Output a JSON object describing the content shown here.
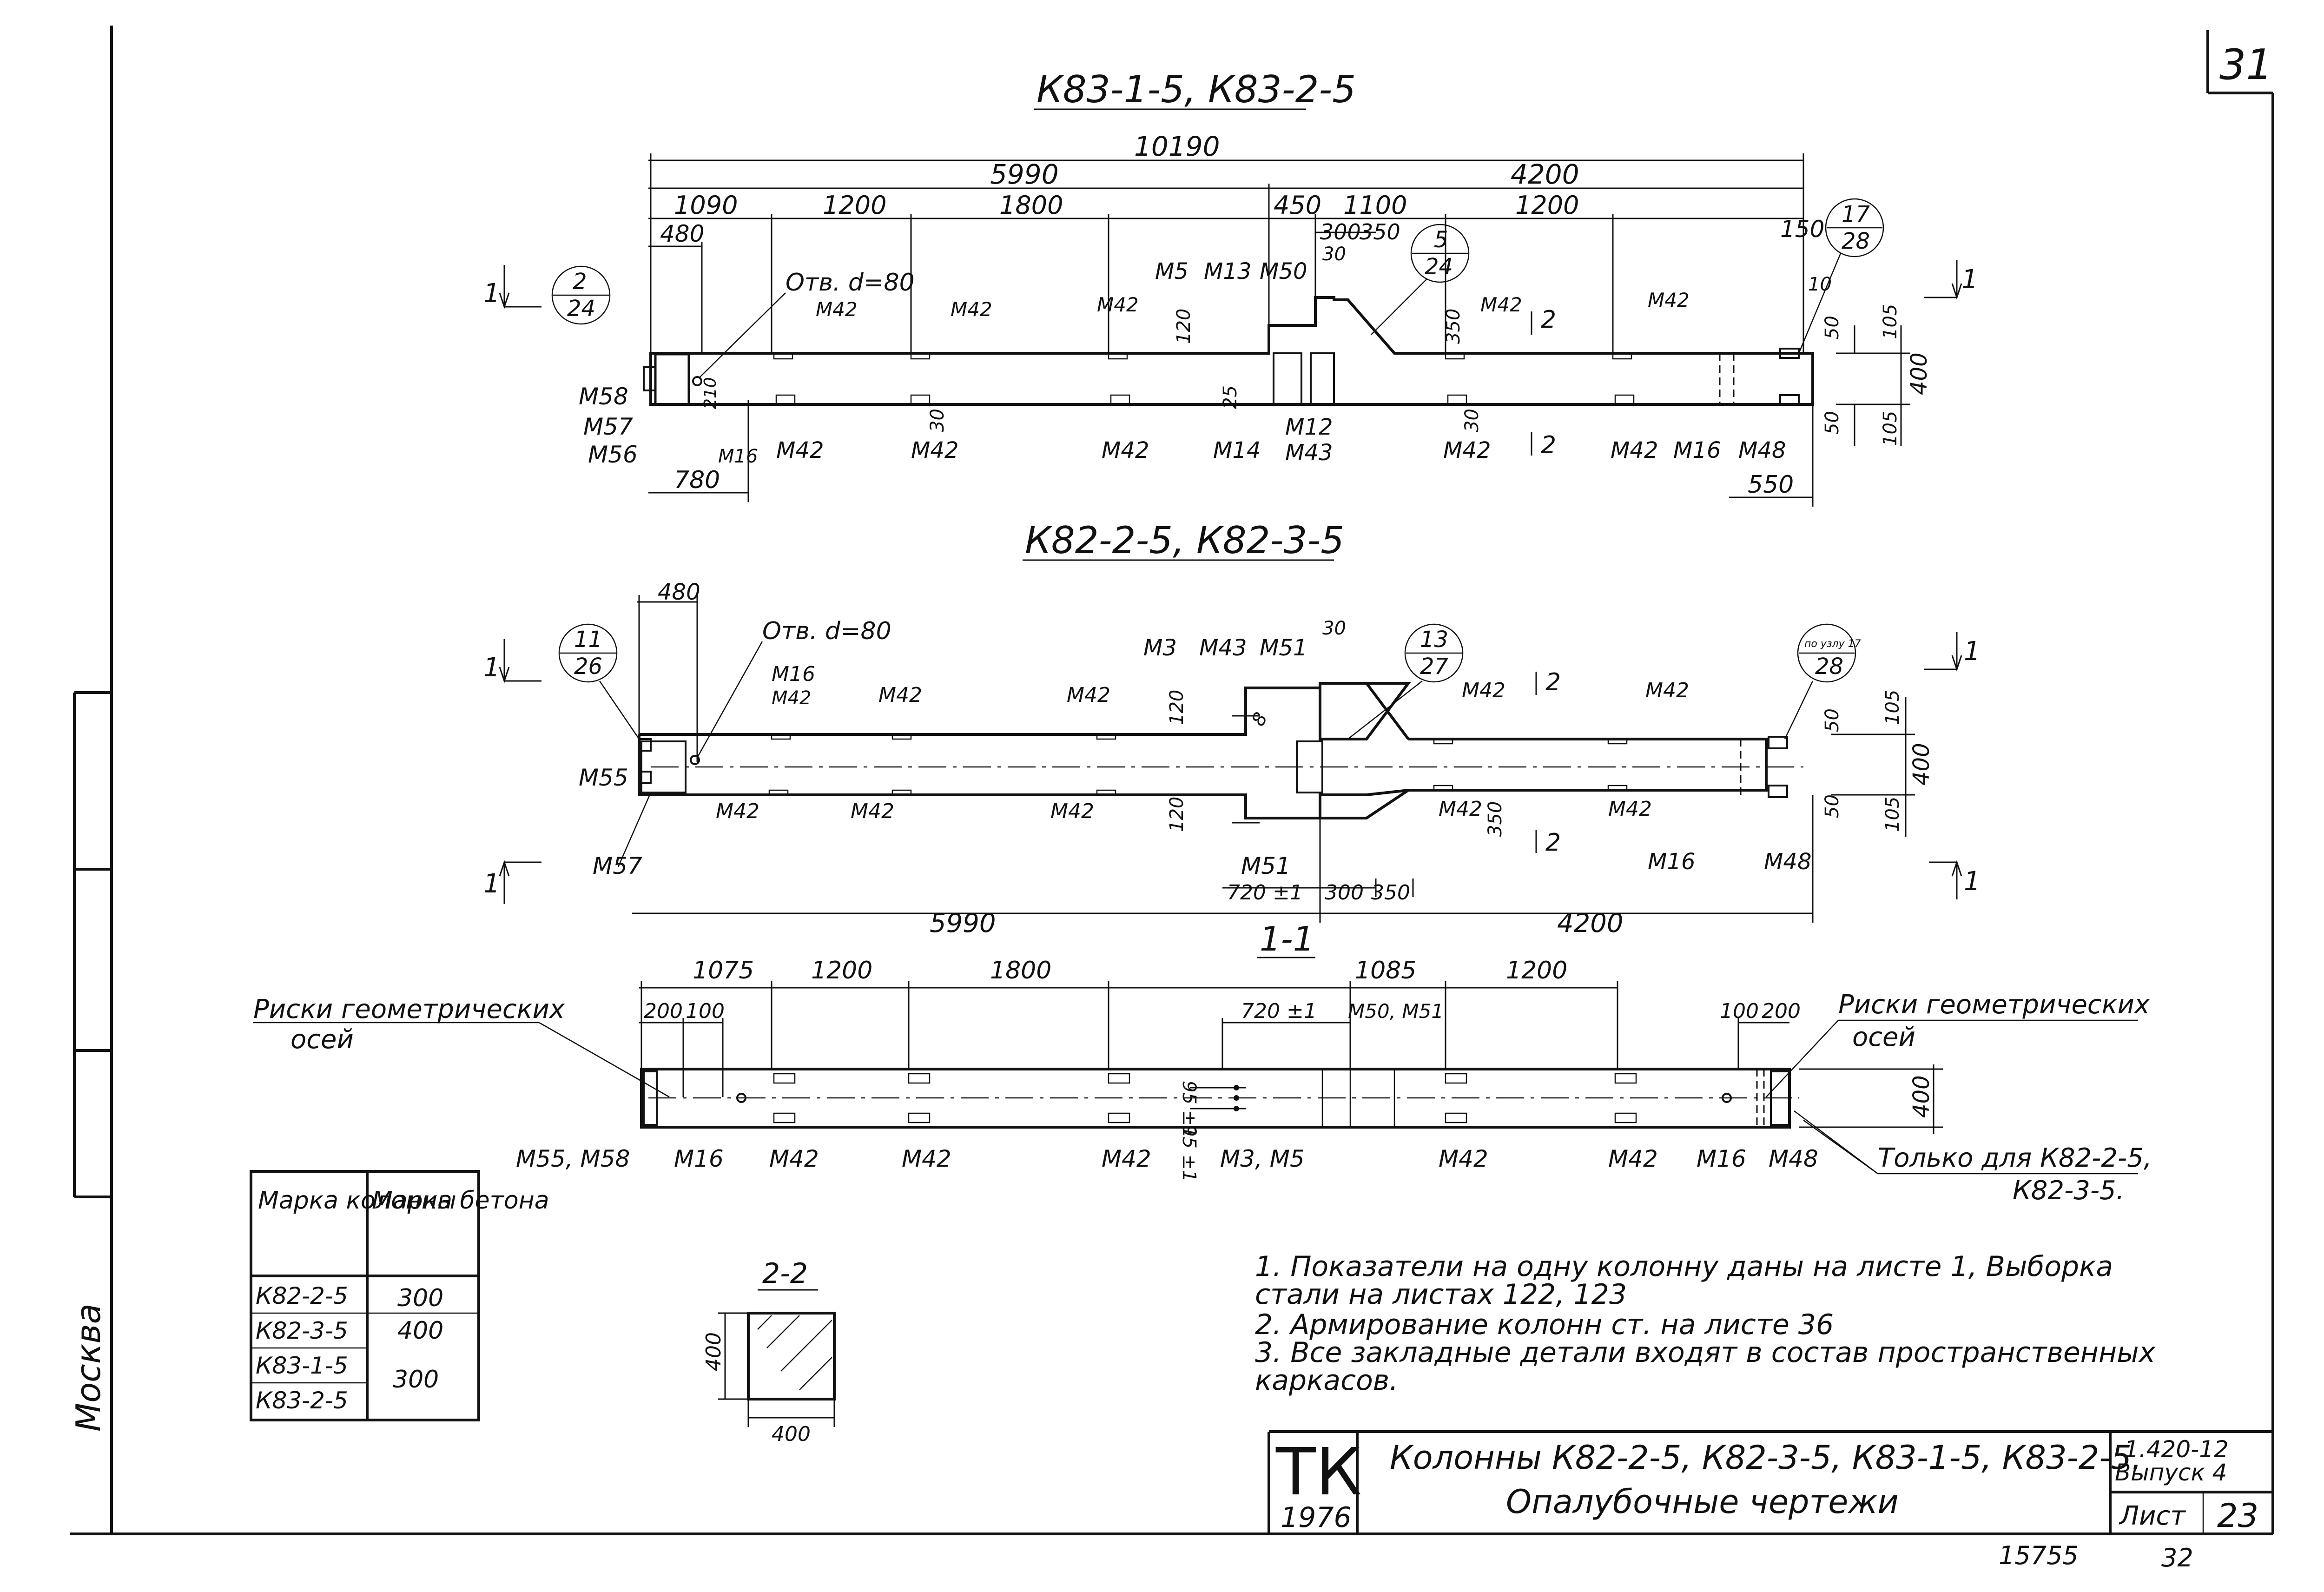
{
  "sheet": {
    "sheet_number": "31",
    "stamp_left": "15755",
    "stamp_right": "32",
    "left_margin_text": "Москва"
  },
  "view1": {
    "title": "К83-1-5, К83-2-5",
    "dims": {
      "total": "10190",
      "d5990": "5990",
      "d4200": "4200",
      "d1090": "1090",
      "d1200a": "1200",
      "d1800": "1800",
      "d450": "450",
      "d1100": "1100",
      "d1200b": "1200",
      "d150": "150",
      "d480": "480",
      "d300": "300",
      "d350": "350",
      "d30": "30",
      "d10": "10",
      "d50a": "50",
      "d50b": "50",
      "d105a": "105",
      "d105b": "105",
      "d400": "400",
      "d120": "120",
      "d25": "25",
      "d30b": "30",
      "d30c": "30",
      "d350v": "350",
      "d210": "210",
      "d780": "780",
      "d550": "550"
    },
    "hole": "Отв. d=80",
    "marks": {
      "m58": "М58",
      "m57": "М57",
      "m56": "М56",
      "m16a": "М16",
      "m42t1": "М42",
      "m42t2": "М42",
      "m42t3": "М42",
      "m5": "М5",
      "m13": "М13",
      "m50": "М50",
      "m42t4": "М42",
      "m42t5": "М42",
      "m42b1": "М42",
      "m42b2": "М42",
      "m42b3": "М42",
      "m14": "М14",
      "m12": "М12",
      "m43": "М43",
      "m42b4": "М42",
      "m42b5": "М42",
      "m16b": "М16",
      "m48": "М48"
    },
    "callouts": {
      "c1_top": "2",
      "c1_bot": "24",
      "c2_top": "5",
      "c2_bot": "24",
      "c3_top": "17",
      "c3_bot": "28"
    },
    "section_marks": {
      "s1_left": "1",
      "s1_right": "1",
      "s2_top": "2",
      "s2_bot": "2"
    }
  },
  "view2": {
    "title": "К82-2-5,  К82-3-5",
    "dims": {
      "d480": "480",
      "d30": "30",
      "d120a": "120",
      "d120b": "120",
      "d8": "8",
      "d105a": "105",
      "d105b": "105",
      "d400": "400",
      "d50a": "50",
      "d50b": "50",
      "d350": "350",
      "d720": "720 ±1",
      "d300": "300",
      "d350b": "350",
      "d5990": "5990",
      "d4200": "4200"
    },
    "hole": "Отв. d=80",
    "marks": {
      "m16": "М16",
      "m42t1": "М42",
      "m42t2": "М42",
      "m42t3": "М42",
      "m3": "М3",
      "m43": "М43",
      "m51t": "М51",
      "m42t4": "М42",
      "m42t5": "М42",
      "m55": "М55",
      "m57": "М57",
      "m42b1": "М42",
      "m42b2": "М42",
      "m42b3": "М42",
      "m51b": "М51",
      "m42b4": "М42",
      "m42b5": "М42",
      "m16b": "М16",
      "m48": "М48"
    },
    "callouts": {
      "c1_top": "11",
      "c1_bot": "26",
      "c2_top": "13",
      "c2_bot": "27",
      "c3_top": "по узлу 17",
      "c3_bot": "28"
    },
    "section_marks": {
      "s1_tl": "1",
      "s1_bl": "1",
      "s1_tr": "1",
      "s1_br": "1",
      "s2_top": "2",
      "s2_bot": "2"
    }
  },
  "view3": {
    "title": "1-1",
    "dims": {
      "d1075": "1075",
      "d1200a": "1200",
      "d1800": "1800",
      "d1085": "1085",
      "d1200b": "1200",
      "d200": "200",
      "d100": "100",
      "d720": "720 ±1",
      "d95a": "95 ±1",
      "d95b": "95 ±1",
      "d100r": "100",
      "d200r": "200",
      "d400": "400"
    },
    "leader_left": [
      "Риски геометрических",
      "осей"
    ],
    "leader_right": [
      "Риски геометрических",
      "осей"
    ],
    "only_note": [
      "Только для К82-2-5,",
      "К82-3-5."
    ],
    "marks": {
      "m50m51": "М50, М51",
      "m55m58": "М55, М58",
      "m16a": "М16",
      "m42a": "М42",
      "m42b": "М42",
      "m42c": "М42",
      "m3m5": "М3, М5",
      "m42d": "М42",
      "m42e": "М42",
      "m16b": "М16",
      "m48": "М48"
    }
  },
  "section22": {
    "title": "2-2",
    "w": "400",
    "h": "400"
  },
  "table": {
    "headers": [
      "Марка колонны",
      "Марка бетона"
    ],
    "rows": [
      {
        "col": "К82-2-5",
        "conc": "300"
      },
      {
        "col": "К82-3-5",
        "conc": "400"
      },
      {
        "col": "К83-1-5",
        "conc": "300"
      },
      {
        "col": "К83-2-5",
        "conc": ""
      }
    ]
  },
  "notes": [
    "1.  Показатели на одну колонну даны на листе 1, Выборка",
    "     стали на листах 122, 123",
    "2.  Армирование колонн ст. на листе 36",
    "3.  Все закладные детали входят в состав пространственных",
    "     каркасов."
  ],
  "title_block": {
    "logo": "ТК",
    "year": "1976",
    "title_line1": "Колонны К82-2-5, К82-3-5, К83-1-5, К83-2-5.",
    "title_line2": "Опалубочные чертежи",
    "series": "1.420-12",
    "issue": "Выпуск 4",
    "sheet_label": "Лист",
    "sheet_no": "23"
  }
}
